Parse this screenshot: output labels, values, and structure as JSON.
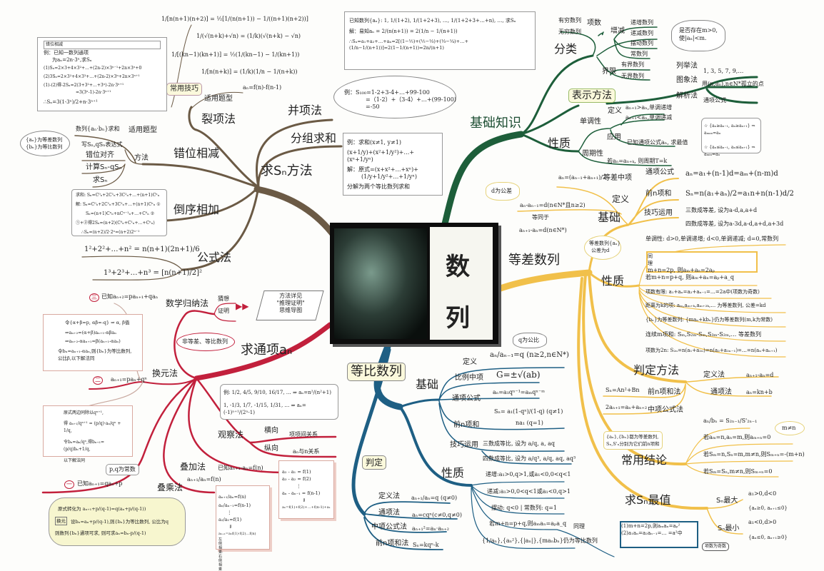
{
  "title": {
    "char1": "数",
    "char2": "列"
  },
  "colors": {
    "sum_branch": "#6b5a45",
    "basics_branch": "#1d5e3a",
    "arith_branch": "#f1c04a",
    "geo_branch": "#1e5f84",
    "general_term_branch": "#c2203c"
  },
  "sum_methods": {
    "label": "求Sₙ方法",
    "split": {
      "label": "裂项法",
      "tip": "常用技巧",
      "use": "适用题型",
      "use_formula": "aₙ=f(n)-f(n-1)",
      "formulas": [
        "1/[n(n+1)(n+2)] = ½[1/(n(n+1)) − 1/((n+1)(n+2))]",
        "1/(√(n+k)+√n) = (1/k)(√(n+k) − √n)",
        "1/[(kn−1)(kn+1)] = ½(1/(kn−1) − 1/(kn+1))",
        "1/[n(n+k)] = (1/k)(1/n − 1/(n+k))"
      ],
      "example": [
        "已知数列{aₙ}: 1, 1/(1+2), 1/(1+2+3), …, 1/(1+2+3+…+n), …, 求Sₙ",
        "解：易知aₙ = 2/(n(n+1)) = 2(1/n − 1/(n+1))",
        "∴Sₙ=a₁+a₂+…+aₙ=2[(1−½)+(½−⅓)+(⅓−¼)+…+(1/n−1/(n+1))]=2(1−1/(n+1))=2n/(n+1)"
      ]
    },
    "merge": {
      "label": "并项法",
      "example": [
        "例：S₁₀₀=1-2+3-4+…+99-100",
        "=（1-2）+（3-4）+…+(99-100)",
        "=-50"
      ]
    },
    "group": {
      "label": "分组求和",
      "example": [
        "例：求和(x≠1, y≠1)",
        "(x+1/y)+(x²+1/y²)+…+(xⁿ+1/yⁿ)",
        "解：原式=(x+x²+…+xⁿ)+",
        "(1/y+1/y²+…+1/yⁿ)",
        "分解为两个等比数列求和"
      ]
    },
    "shift": {
      "label": "错位相减",
      "use": "适用题型",
      "use_value": "数列{aₙ·bₙ}求和",
      "method": "方法",
      "steps": [
        "写Sₙ,qSₙ表达式",
        "错位对齐",
        "计算Sₙ-qSₙ",
        "求Sₙ"
      ],
      "note": [
        "{aₙ}为等差数列",
        "{bₙ}为等比数列"
      ],
      "example_tag": "错位相减",
      "example": [
        "例：已知一数列通项",
        "为aₙ=2n·3ⁿ,求Sₙ",
        "(1)Sₙ=2×3+4×3²+…+(2n-2)×3ⁿ⁻¹+2n×3ⁿ+0",
        "(2)3Sₙ=2×3²+4×3³+…+(2n-2)×3ⁿ+2n×3ⁿ⁺¹",
        "(1)-(2)得-2Sₙ=2(3+3²+…+3ⁿ)-2n·3ⁿ⁺¹",
        "=3(3ⁿ-1)-2n·3ⁿ⁺¹",
        "∴Sₙ=3(1-3ⁿ)/2+n·3ⁿ⁺¹"
      ]
    },
    "reverse": {
      "label": "倒序相加",
      "example": [
        "求和: Sₙ=C⁰ₙ+2C¹ₙ+3C²ₙ+…+(n+1)Cⁿₙ",
        "解: Sₙ=C⁰ₙ+2C¹ₙ+3C²ₙ+…+(n+1)Cⁿₙ ①",
        "Sₙ=(n+1)Cⁿₙ+nCⁿ⁻¹ₙ+…+C⁰ₙ ②",
        "①+②得2Sₙ=(n+2)(C⁰ₙ+C¹ₙ+…+Cⁿₙ)",
        "∴Sₙ=(n+2)/2·2ⁿ=(n+2)2ⁿ⁻¹"
      ]
    },
    "formula": {
      "label": "公式法",
      "items": [
        "1²+2²+…+n² = n(n+1)(2n+1)/6",
        "1³+2³+…+n³ = [n(n+1)/2]²"
      ]
    }
  },
  "basics": {
    "label": "基础知识",
    "classify": {
      "label": "分类",
      "count": "项数",
      "finite": "有穷数列",
      "infinite": "无穷数列",
      "trend": "增减",
      "inc": "递增数列",
      "dec": "递减数列",
      "swing": "摆动数列",
      "const": "常数列",
      "bound": "界限",
      "bounded": "有界数列",
      "unbounded": "无界数列",
      "thought": [
        "是否存在m>0,",
        "使|aₙ|<m."
      ]
    },
    "represent": {
      "label": "表示方法",
      "list": "列举法",
      "list_ex": "1, 3, 5, 7, 9,…",
      "graph": "图象法",
      "graph_ex": "用(n,aₙ),n∈N*孤立的点",
      "analytic": "解析法",
      "analytic_ex": "通项公式"
    },
    "props": {
      "label": "性质",
      "mono": "单调性",
      "def": "定义",
      "inc": "aₙ₊₁>aₙ,单调递增",
      "dec": "aₙ₊₁<aₙ,单调递减",
      "apply": "应用",
      "apply_ex": "已知通项公式aₙ, 求最值",
      "max": "☆ {aₙ≥aₙ₋₁, aₙ≥aₙ₊₁} ⇒ aₘₐₓ=aₙ",
      "min": "☆ {aₙ≤aₙ₋₁, aₙ≤aₙ₊₁} ⇒ aₘᵢₙ=aₙ",
      "period": "周期性",
      "period_ex": "若aₙ=aₙ₊ₖ, 则周期T=k"
    }
  },
  "arith": {
    "label": "等差数列",
    "base": {
      "label": "基础",
      "def": "定义",
      "mid": "等差中项",
      "mid_f": "aₙ=(aₙ₋₁+aₙ₊₁)/2",
      "d_note": "d为公差",
      "def_f": "aₙ-aₙ₋₁=d(n∈N*且n≥2)",
      "equiv": "等同于",
      "def_f2": "aₙ₊₁-aₙ=d(n∈N*)",
      "gen": "通项公式",
      "gen_f": "aₙ=a₁+(n-1)d=aₘ+(n-m)d",
      "sum": "前n项和",
      "sum_f": "Sₙ=n(a₁+aₙ)/2=a₁n+n(n-1)d/2",
      "trick": "技巧运用",
      "trick3": "三数成等差, 设为a-d,a,a+d",
      "trick4": "四数成等差, 设为a-3d,a-d,a+d,a+3d"
    },
    "props": {
      "label": "性质",
      "note": [
        "等差数列{aₙ}",
        "公差为d"
      ],
      "mono": "单调性: d>0,单调递增; d<0,单调递减; d=0,常数列",
      "same": "同理",
      "same_f": "m+n=2p, 则aₘ+aₙ=2aₚ",
      "items": [
        "若m+n=p+q, 则aₘ+aₙ=aₚ+a_q",
        "项数有限: a₁+aₙ=a₂+aₙ₋₁=…=2a中(项数为奇数)",
        "距离为k的项: aₘ,aₘ₊ₖ,aₘ₊₂ₖ,… 为等差数列, 公差=kd",
        "{bₙ}为等差数列: {maₙ+kbₙ}仍为等差数列(m,k为常数)",
        "连续m项和: Sₘ,S₂ₘ-Sₘ,S₃ₘ-S₂ₘ,… 等差数列",
        "项数为2n: S₂ₙ=n(a₁+a₂ₙ)=n(a₂+a₂ₙ₋₁)=…=n(aₙ+aₙ₊₁)"
      ]
    },
    "judge": {
      "label": "判定方法",
      "def": "定义法",
      "def_f": "aₙ₊₁-aₙ=d",
      "gen": "通项法",
      "gen_f": "aₙ=kn+b",
      "sum": "前n项和法",
      "sum_f": "Sₙ=An²+Bn",
      "mid": "中项公式法",
      "mid_f": "2aₙ₊₁=aₙ+aₙ₊₂"
    },
    "concl": {
      "label": "常用结论",
      "ratio": "aₙ/bₙ = S₂ₙ₋₁/S'₂ₙ₋₁",
      "note": [
        "{aₙ},{bₙ}都为等差数列,",
        "Sₙ,S'ₙ分别为它们前n项和"
      ],
      "mn": "m≠n",
      "items": [
        "若aₘ=n,aₙ=m,则aₘ₊ₙ=0",
        "若Sₘ=n,Sₙ=m,m≠n,则Sₘ₊ₙ=-(m+n)",
        "若Sₘ=Sₙ,m≠n,则Sₘ₊ₙ=0"
      ]
    },
    "extreme": {
      "label": "求Sₙ最值",
      "max": "Sₙ最大",
      "max_c1": "a₁>0,d<0",
      "max_c2": "{aₙ≥0, aₙ₊₁≤0}",
      "min": "Sₙ最小",
      "min_c1": "a₁<0,d>0",
      "min_c2": "{aₙ≤0, aₙ₊₁≥0}"
    }
  },
  "geo": {
    "label": "等比数列",
    "base": {
      "label": "基础",
      "def": "定义",
      "def_f": "aₙ/aₙ₋₁=q (n≥2,n∈N*)",
      "q_note": "q为公比",
      "mid": "比例中项",
      "mid_f": "G=±√(ab)",
      "gen": "通项公式",
      "gen_f": "aₙ=a₁qⁿ⁻¹=aₘqⁿ⁻ᵐ",
      "sum": "前n项和",
      "sum_f1": "Sₙ= a₁(1-qⁿ)/(1-q)  (q≠1)",
      "sum_f2": "na₁  (q=1)",
      "trick": "技巧运用",
      "trick3": "三数成等比, 设为 a/q, a, aq",
      "trick4": "四数成等比, 设为 a/q³, a/q, aq, aq³"
    },
    "props": {
      "label": "性质",
      "items": [
        "递增:a₁>0,q>1,或a₁<0,0<q<1",
        "递减:a₁>0,0<q<1或a₁<0,q>1",
        "摆动: q<0 | 常数列: q=1",
        "若m+n=p+q,则aₘaₙ=aₚa_q",
        "{1/aₙ},{aₙ²},{|aₙ|},{maₙbₙ}仍为等比数列"
      ],
      "same": "同理",
      "same_items": [
        "(1)m+n=2p,则aₘaₙ=aₚ²",
        "(2)a₁aₙ=a₂aₙ₋₁=… =a²中"
      ],
      "odd": "项数为奇数"
    },
    "judge": {
      "label": "判定",
      "def": "定义法",
      "def_f": "aₙ₊₁/aₙ=q (q≠0)",
      "gen": "通项法",
      "gen_f": "aₙ=cqⁿ(c≠0,q≠0)",
      "mid": "中项公式法",
      "mid_f": "aₙ₊₁²=aₙ·aₙ₊₂",
      "sum": "前n项和法",
      "sum_f": "Sₙ=kqⁿ-k"
    }
  },
  "general": {
    "label": "求通项aₙ",
    "induction": {
      "label": "数学归纳法",
      "guess": "猜想",
      "prove": "证明",
      "ref": [
        "方法详见",
        "\"推理证明\"",
        "思维导图"
      ]
    },
    "nonstd": "非等差、等比数列",
    "subst": {
      "label": "换元法",
      "c3_num": "三",
      "c3": "已知aₙ₊₂=paₙ₊₁+qaₙ",
      "c3_box": [
        "令{α+β=p, αβ=-q} ⇒ α, β值",
        "⇒aₙ₊₂=(α+β)aₙ₊₁-αβaₙ",
        "⇒aₙ₊₂-αaₙ₊₁=β(aₙ₊₁-αaₙ)",
        "令bₙ=aₙ₊₁-αaₙ,则{bₙ}为等比数列,",
        "公比β,以下解法同"
      ],
      "c2_num": "二",
      "c2": "aₙ₊₁=paₙ+qⁿ",
      "c2_box": [
        "原式两边同除以qⁿ⁺¹,",
        "得 aₙ₊₁/qⁿ⁺¹ = (p/q)·aₙ/qⁿ + 1/q,",
        "令bₙ=aₙ/qⁿ,得bₙ₊₁=(p/q)bₙ+1/q,",
        "以下解法同"
      ],
      "c1_num": "一",
      "c1": "已知aₙ₊₁=qaₙ+p",
      "pq_note": "p,q为常数",
      "c1_cloud": [
        "原式转化为 aₙ₊₁+p/(q-1)=q(aₙ+p/(q-1))",
        "设bₙ=aₙ+p/(q-1),则{bₙ}为等比数列, 公比为q",
        "则数列{bₙ}通项可求, 则可求aₙ=bₙ-p/(q-1)"
      ],
      "c1_tag": "换元",
      "ref_num": "一"
    },
    "observe": {
      "label": "观察法",
      "ex": [
        "例: 1/2, 4/5, 9/10, 16/17, … ⇒ aₙ=n²/(n²+1)",
        "1, -1/3, 1/7, -1/15, 1/31, … ⇒ aₙ=(-1)ⁿ⁺¹/(2ⁿ-1)"
      ],
      "horiz": "横向",
      "horiz_v": "项项间关系",
      "vert": "纵向",
      "vert_v": "aₙ与n关系"
    },
    "add": {
      "label": "叠加法",
      "cond": "已知aₙ₊₁-aₙ=f(n)",
      "note": [
        "a₂ - a₁ = f(1)",
        "a₃ - a₂ = f(2)",
        "⋮",
        "aₙ - aₙ₋₁ = f(n-1)",
        "⇓",
        "aₙ=f(1)+f(2)+…+f(n-1)+a₁"
      ]
    },
    "mul": {
      "label": "叠乘法",
      "cond": "aₙ₊₁/aₙ=f(n)",
      "note": [
        "aₙ₊₁/aₙ=f(n)",
        "aₙ/aₙ₋₁=f(n-1)",
        "⋮",
        "a₂/a₁=f(1)",
        "⇓",
        "aₙ₊₁=a₁f(1)·f(2)…f(n)"
      ],
      "side": "左侧相乘·右侧相乘"
    }
  }
}
